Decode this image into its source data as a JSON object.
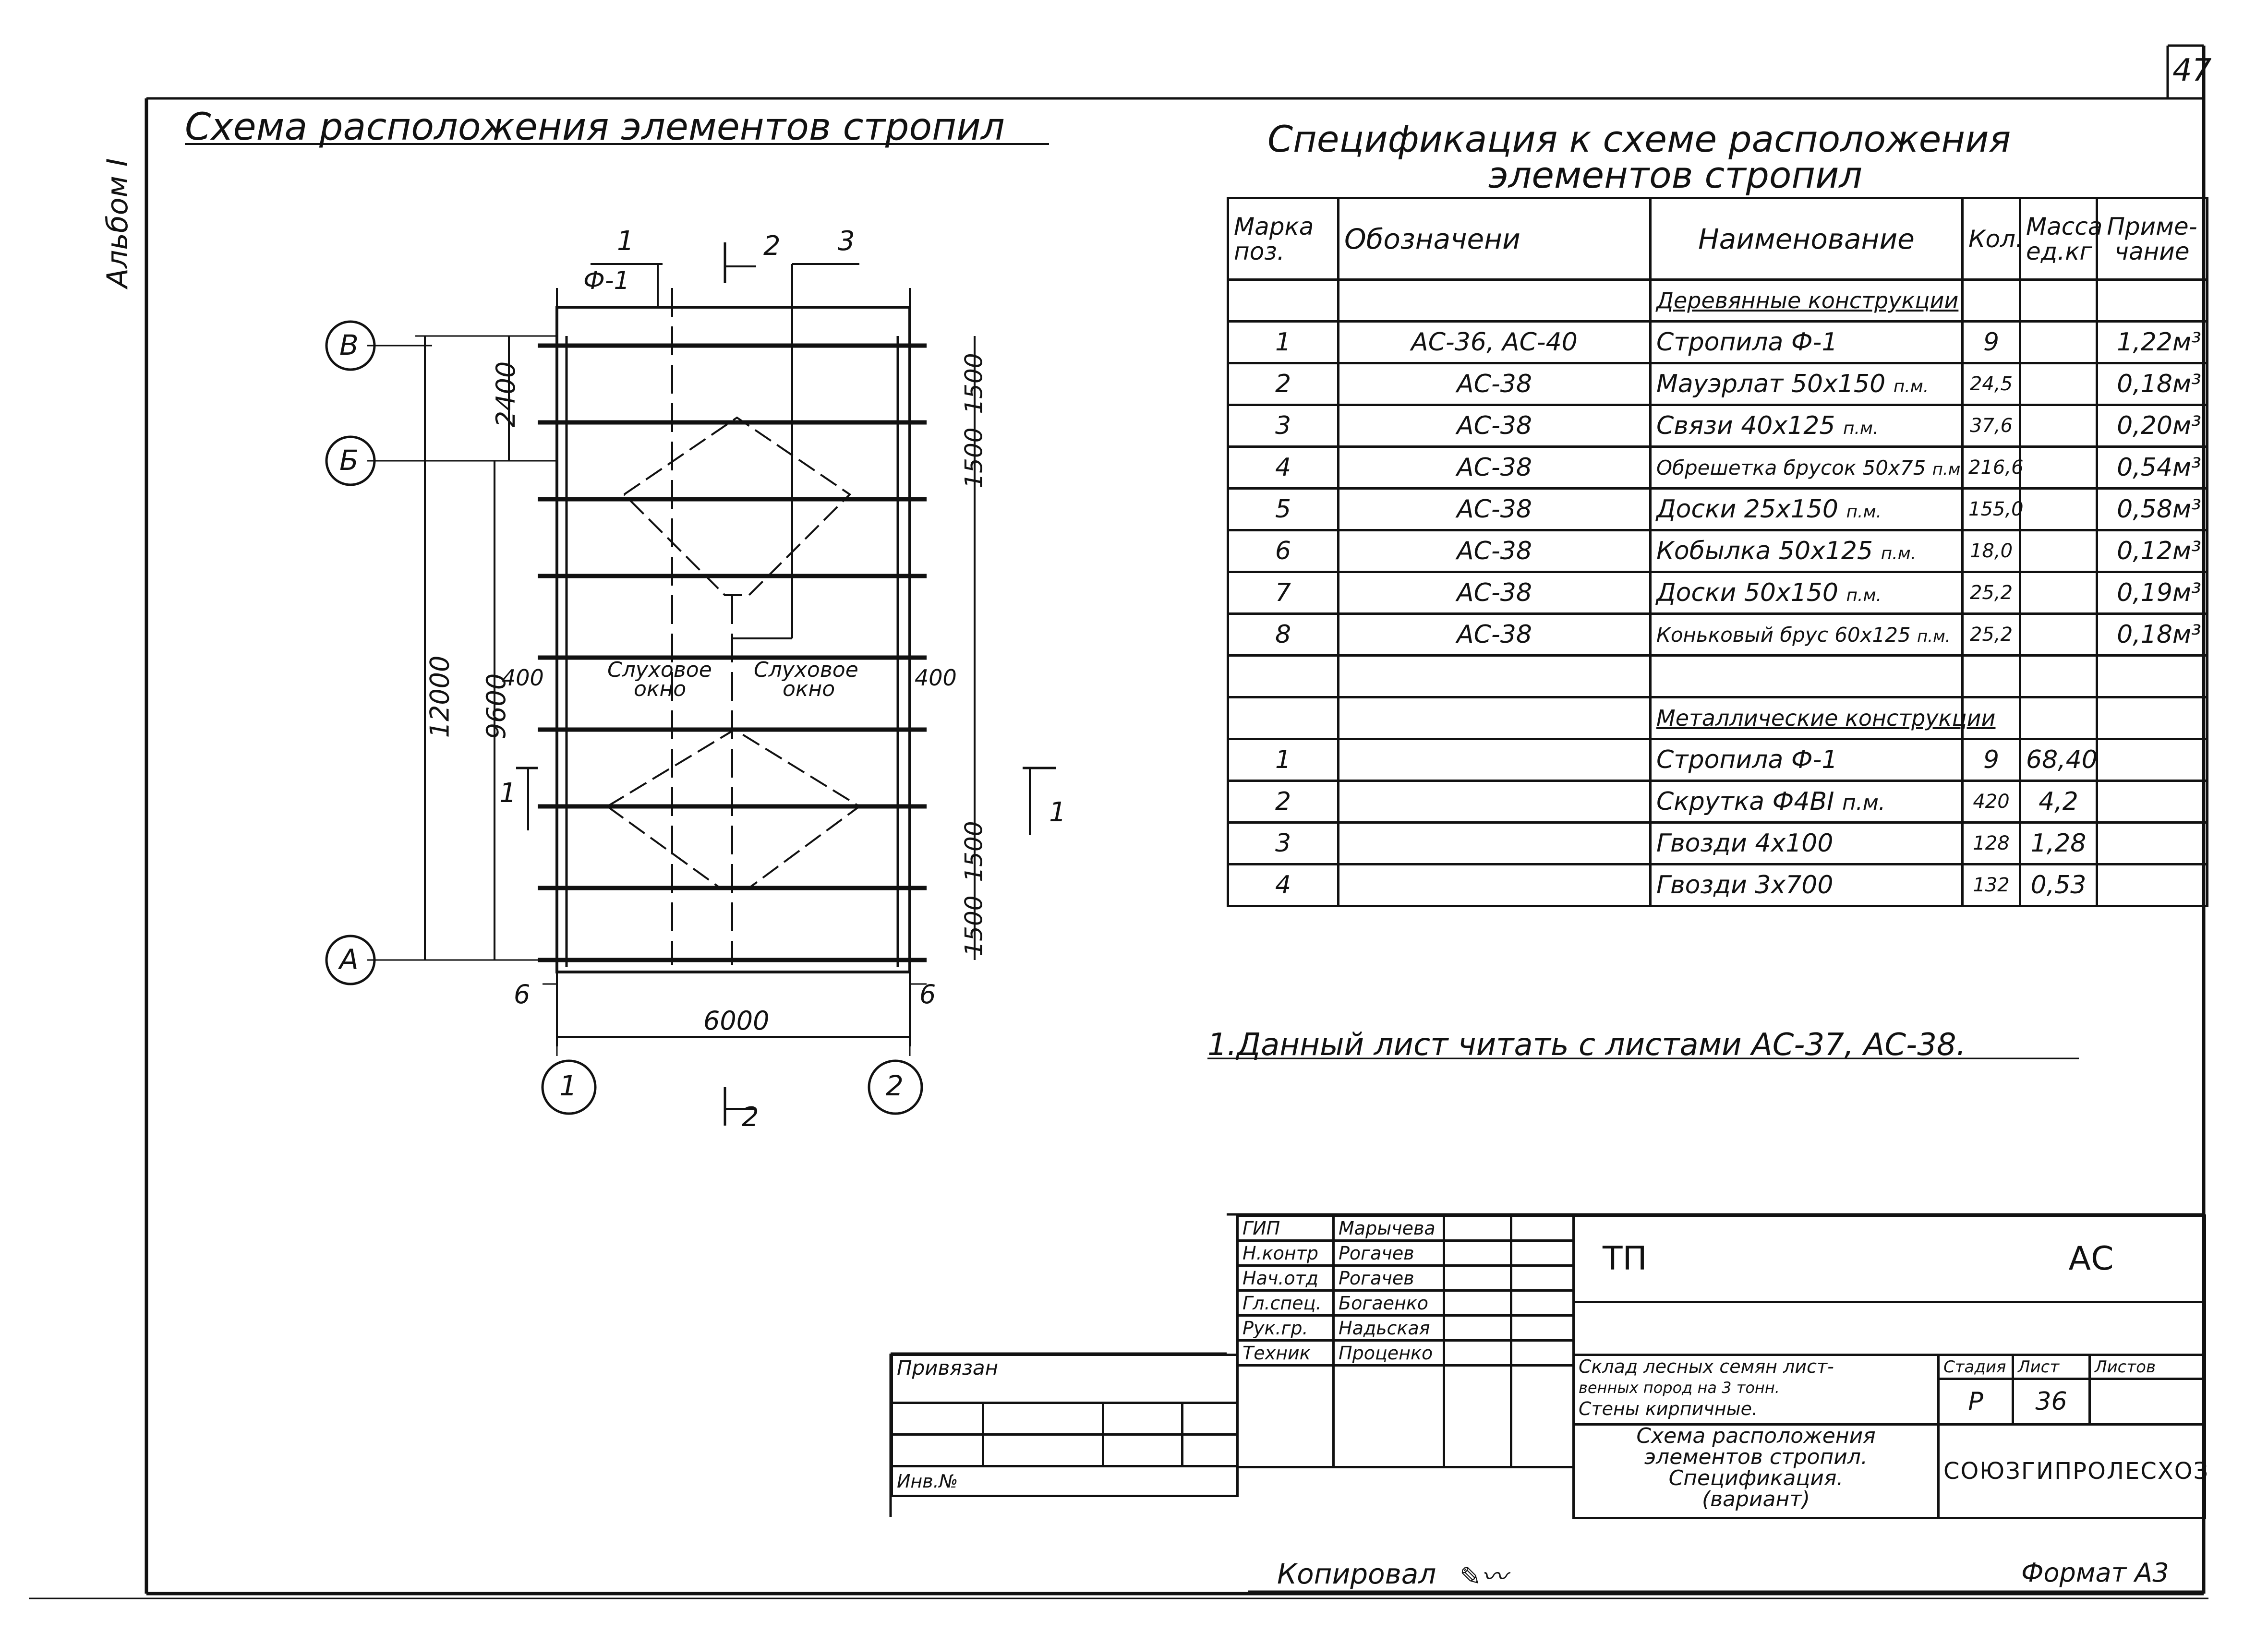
{
  "sheet_number": "47",
  "album_label": "Альбом I",
  "scheme": {
    "title": "Схема расположения элементов стропил",
    "section_marks": {
      "top_left": "1",
      "top_mid": "2",
      "top_right": "3",
      "truss_mark": "Ф-1",
      "bottom": "2",
      "left": "1",
      "right": "1"
    },
    "axes": {
      "rows": [
        "В",
        "Б",
        "А"
      ],
      "cols": [
        "1",
        "2"
      ]
    },
    "dimensions": {
      "overall": "12000",
      "upper": "2400",
      "lower": "9600",
      "right_spacing": [
        "1500",
        "1500",
        "1500",
        "1500"
      ],
      "width": "6000",
      "edge_left": "6",
      "edge_right": "6",
      "window_offset_left": "400",
      "window_offset_right": "400"
    },
    "window_labels": {
      "left_1": "Слуховое",
      "left_2": "окно",
      "right_1": "Слуховое",
      "right_2": "окно"
    }
  },
  "specification": {
    "title_line1": "Спецификация к схеме расположения",
    "title_line2": "элементов стропил",
    "headers": {
      "mark_1": "Марка",
      "mark_2": "поз.",
      "designation": "Обозначени",
      "name": "Наименование",
      "qty": "Кол.",
      "mass_1": "Масса",
      "mass_2": "ед.кг",
      "note_1": "Приме-",
      "note_2": "чание"
    },
    "wood_section": "Деревянные конструкции",
    "wood_rows": [
      {
        "pos": "1",
        "designation": "АС-36, АС-40",
        "name": "Стропила Ф-1",
        "unit": "",
        "qty": "9",
        "mass": "",
        "note": "1,22м³"
      },
      {
        "pos": "2",
        "designation": "АС-38",
        "name": "Мауэрлат 50x150",
        "unit": "п.м.",
        "qty": "24,5",
        "mass": "",
        "note": "0,18м³"
      },
      {
        "pos": "3",
        "designation": "АС-38",
        "name": "Связи 40x125",
        "unit": "п.м.",
        "qty": "37,6",
        "mass": "",
        "note": "0,20м³"
      },
      {
        "pos": "4",
        "designation": "АС-38",
        "name": "Обрешетка брусок 50x75",
        "unit": "п.м.",
        "qty": "216,6",
        "mass": "",
        "note": "0,54м³"
      },
      {
        "pos": "5",
        "designation": "АС-38",
        "name": "Доски 25x150",
        "unit": "п.м.",
        "qty": "155,0",
        "mass": "",
        "note": "0,58м³"
      },
      {
        "pos": "6",
        "designation": "АС-38",
        "name": "Кобылка 50x125",
        "unit": "п.м.",
        "qty": "18,0",
        "mass": "",
        "note": "0,12м³"
      },
      {
        "pos": "7",
        "designation": "АС-38",
        "name": "Доски 50x150",
        "unit": "п.м.",
        "qty": "25,2",
        "mass": "",
        "note": "0,19м³"
      },
      {
        "pos": "8",
        "designation": "АС-38",
        "name": "Коньковый брус 60x125",
        "unit": "п.м.",
        "qty": "25,2",
        "mass": "",
        "note": "0,18м³"
      }
    ],
    "metal_section": "Металлические конструкции",
    "metal_rows": [
      {
        "pos": "1",
        "designation": "",
        "name": "Стропила Ф-1",
        "unit": "",
        "qty": "9",
        "mass": "68,40",
        "note": ""
      },
      {
        "pos": "2",
        "designation": "",
        "name": "Скрутка Ф4ВI",
        "unit": "п.м.",
        "qty": "420",
        "mass": "4,2",
        "note": ""
      },
      {
        "pos": "3",
        "designation": "",
        "name": "Гвозди 4x100",
        "unit": "",
        "qty": "128",
        "mass": "1,28",
        "note": ""
      },
      {
        "pos": "4",
        "designation": "",
        "name": "Гвозди 3x700",
        "unit": "",
        "qty": "132",
        "mass": "0,53",
        "note": ""
      }
    ]
  },
  "note": "1.Данный лист читать с листами АС-37, АС-38.",
  "title_block": {
    "roles": [
      {
        "role": "ГИП",
        "name": "Марычева"
      },
      {
        "role": "Н.контр",
        "name": "Рогачев"
      },
      {
        "role": "Нач.отд",
        "name": "Рогачев"
      },
      {
        "role": "Гл.спец.",
        "name": "Богаенко"
      },
      {
        "role": "Рук.гр.",
        "name": "Надьская"
      },
      {
        "role": "Техник",
        "name": "Проценко"
      }
    ],
    "bound_label": "Привязан",
    "inv_label": "Инв.№",
    "code_left": "ТП",
    "code_right": "АС",
    "project_text": [
      "Склад лесных семян лист-",
      "венных пород на 3 тонн.",
      "Стены кирпичные."
    ],
    "sheet_title": [
      "Схема расположения",
      "элементов стропил.",
      "Спецификация.",
      "(вариант)"
    ],
    "stage_label": "Стадия",
    "sheet_label": "Лист",
    "sheets_label": "Листов",
    "stage": "Р",
    "sheet": "36",
    "organization": "СОЮЗГИПРОЛЕСХОЗ"
  },
  "footer": {
    "copied": "Копировал",
    "format": "Формат А3"
  }
}
